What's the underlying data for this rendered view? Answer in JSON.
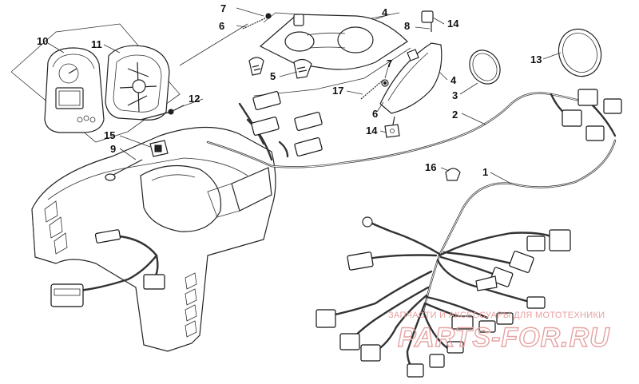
{
  "diagram": {
    "callouts": [
      "1",
      "2",
      "3",
      "4",
      "4",
      "5",
      "6",
      "6",
      "7",
      "7",
      "8",
      "9",
      "10",
      "11",
      "12",
      "13",
      "14",
      "14",
      "15",
      "16",
      "17"
    ],
    "watermark": {
      "line1": "ЗАПЧАСТИ И АКСЕССУАРЫ ДЛЯ МОТОТЕХНИКИ",
      "line2": "PARTS-FOR.RU"
    }
  }
}
